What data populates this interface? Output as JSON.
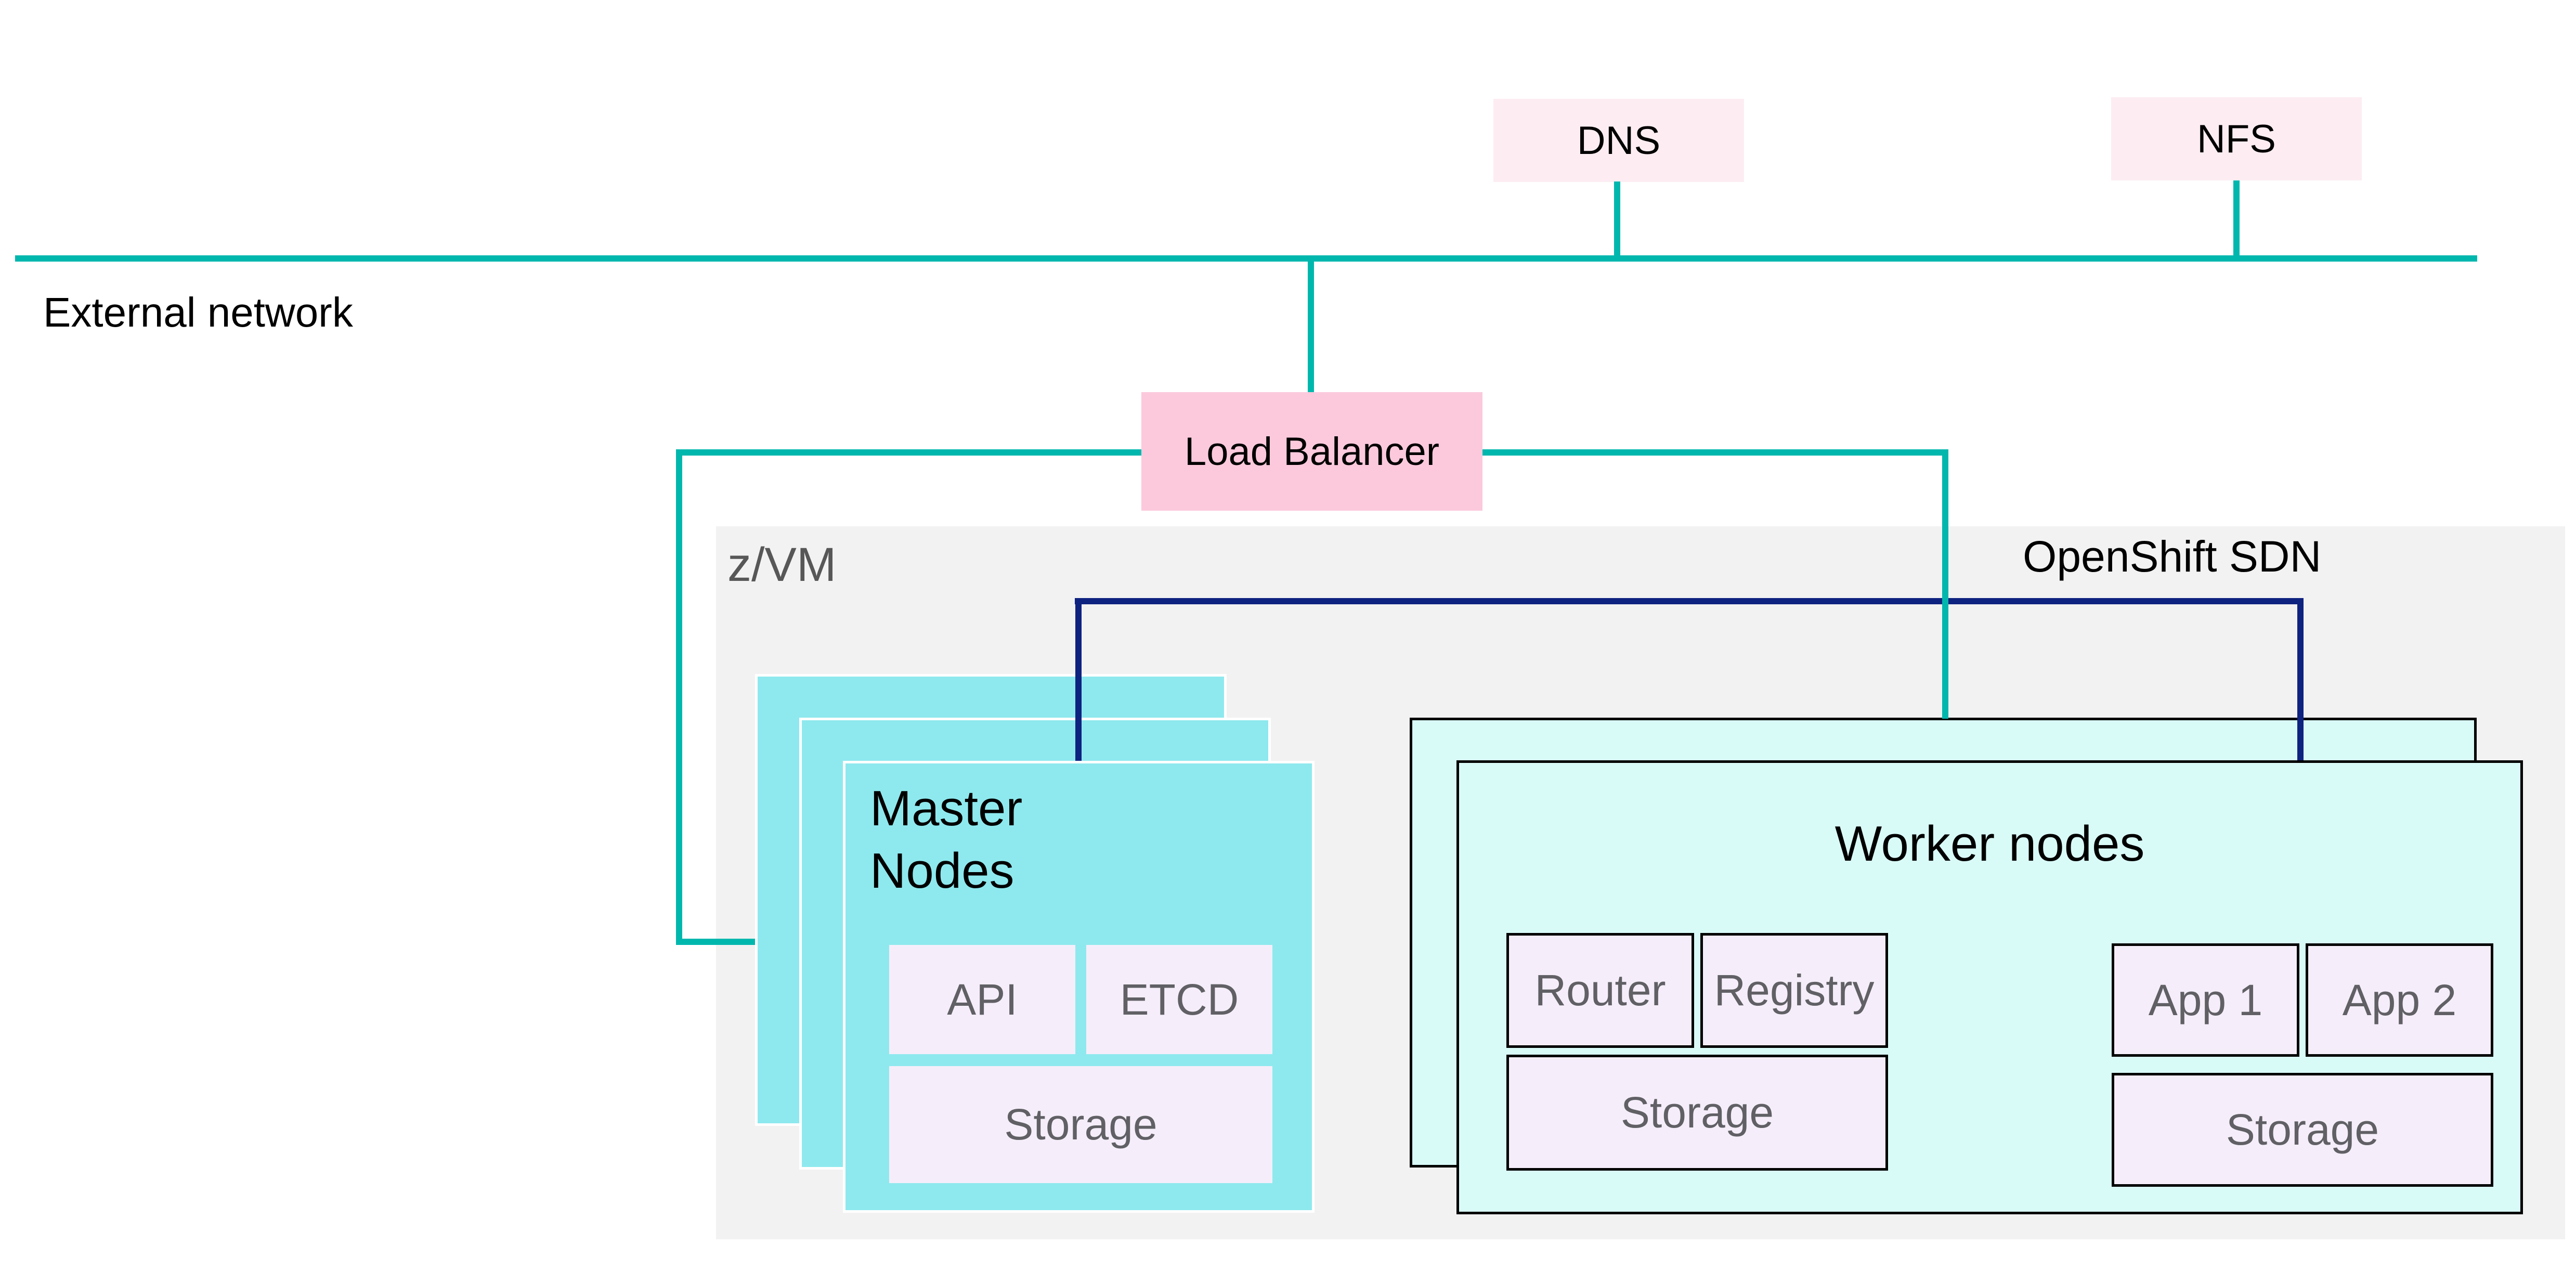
{
  "labels": {
    "external_network": "External network",
    "dns": "DNS",
    "nfs": "NFS",
    "load_balancer": "Load Balancer",
    "zvm": "z/VM",
    "openshift_sdn": "OpenShift SDN",
    "master_nodes": "Master\nNodes",
    "worker_nodes": "Worker nodes",
    "api": "API",
    "etcd": "ETCD",
    "master_storage": "Storage",
    "router": "Router",
    "registry": "Registry",
    "worker_storage_left": "Storage",
    "app1": "App 1",
    "app2": "App 2",
    "worker_storage_right": "Storage"
  },
  "colors": {
    "teal": "#00b7ae",
    "navy": "#0e2280",
    "pale-pink": "#fdedf2",
    "pink": "#fcc9dc",
    "cyan": "#8ee9ee",
    "pale-cyan": "#d9fbf8",
    "gray-bg": "#f2f2f2",
    "lavender": "#f5eefa",
    "label-gray": "#606065",
    "zvm-gray": "#575757"
  }
}
